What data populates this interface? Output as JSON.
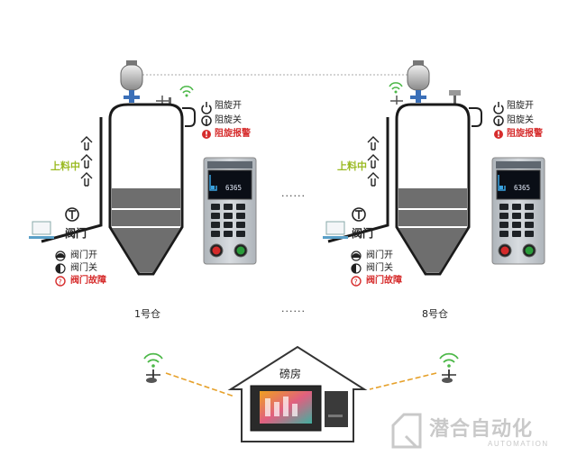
{
  "silos": [
    {
      "name": "1号仓",
      "feeding_status": "上料中",
      "valve_label": "阀门",
      "valve_states": {
        "open": "阀门开",
        "closed": "阀门关",
        "fault": "阀门故障"
      },
      "rotary_states": {
        "on": "阻旋开",
        "off": "阻旋关",
        "alarm": "阻旋报警"
      },
      "display_value": "6365"
    },
    {
      "name": "8号仓",
      "feeding_status": "上料中",
      "valve_label": "阀门",
      "valve_states": {
        "open": "阀门开",
        "closed": "阀门关",
        "fault": "阀门故障"
      },
      "rotary_states": {
        "on": "阻旋开",
        "off": "阻旋关",
        "alarm": "阻旋报警"
      },
      "display_value": "6365"
    }
  ],
  "ellipsis": "......",
  "weighing_room": {
    "label": "磅房"
  },
  "brand": {
    "name": "潜合自动化",
    "subtitle": "AUTOMATION"
  },
  "colors": {
    "alarm": "#d62c2c",
    "feeding": "#9aba22",
    "panel": "#c7ccd1",
    "silo_fill": "#6e6e6e"
  }
}
